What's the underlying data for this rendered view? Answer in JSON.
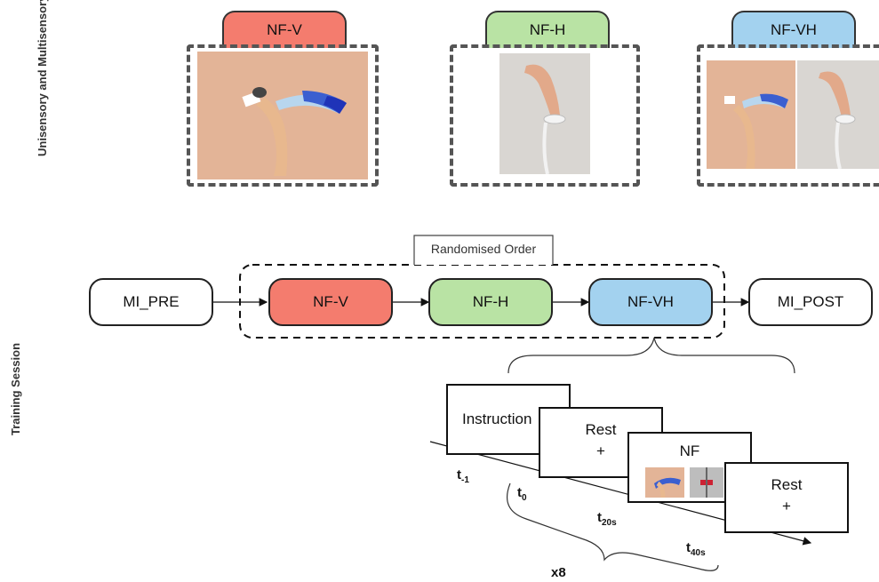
{
  "labels": {
    "feedback": "Unisensory and Multisensory Feedback",
    "training": "Training Session"
  },
  "conditions": {
    "nf_v": {
      "label": "NF-V",
      "color": "#f47c6e"
    },
    "nf_h": {
      "label": "NF-H",
      "color": "#b9e3a4"
    },
    "nf_vh": {
      "label": "NF-VH",
      "color": "#a3d2ef"
    }
  },
  "flow": {
    "mi_pre": "MI_PRE",
    "mi_post": "MI_POST",
    "randomised": "Randomised Order"
  },
  "trial": {
    "instruction": "Instruction",
    "rest": "Rest",
    "plus": "+",
    "nf": "NF",
    "t_minus1": "t",
    "t_minus1_sub": "-1",
    "t0": "t",
    "t0_sub": "0",
    "t20": "t",
    "t20_sub": "20s",
    "t40": "t",
    "t40_sub": "40s",
    "repeat": "x8"
  }
}
